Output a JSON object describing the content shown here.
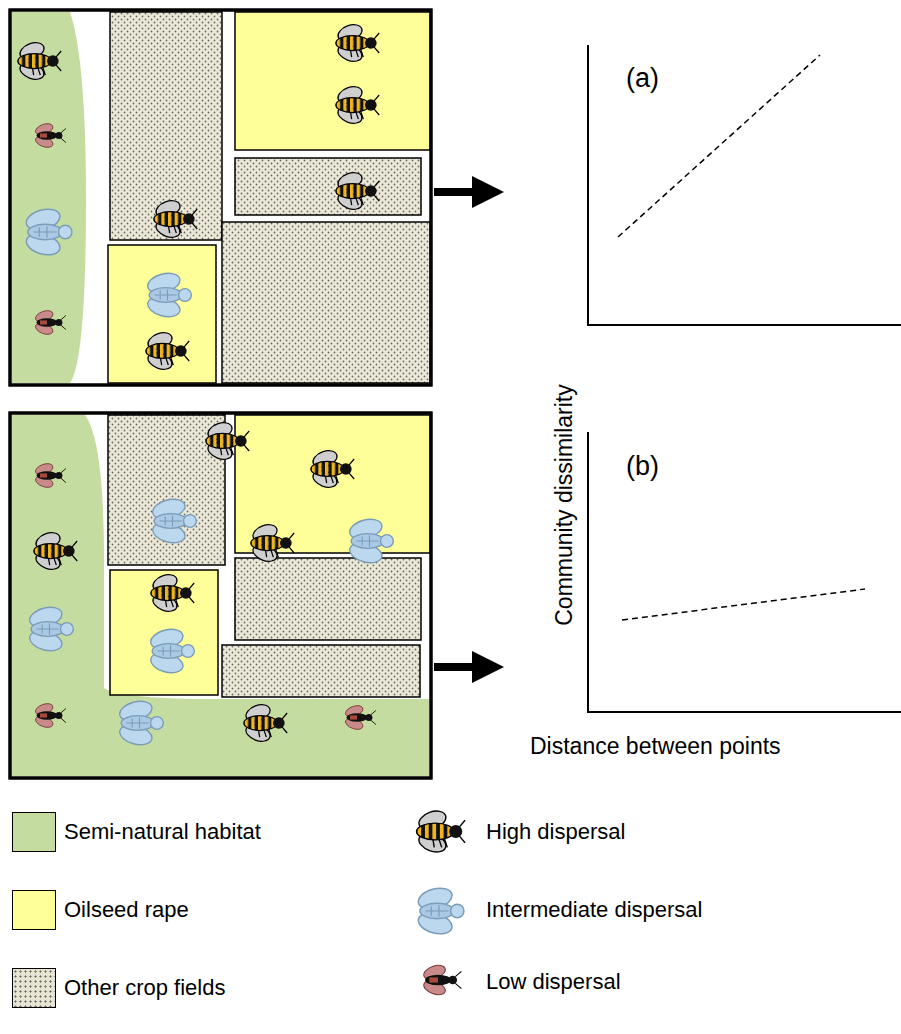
{
  "diagram": {
    "labels": [
      "(a)",
      "(b)",
      "Community dissimilarity",
      "Distance between points"
    ],
    "legend": [
      {
        "text": "Semi-natural habitat",
        "color": "#c5dca0"
      },
      {
        "text": "Oilseed rape",
        "color": "#ffff99"
      },
      {
        "text": "Other crop fields",
        "color": "#e8e4d4"
      },
      {
        "text": "High dispersal"
      },
      {
        "text": "Intermediate dispersal"
      },
      {
        "text": "Low dispersal"
      }
    ]
  }
}
